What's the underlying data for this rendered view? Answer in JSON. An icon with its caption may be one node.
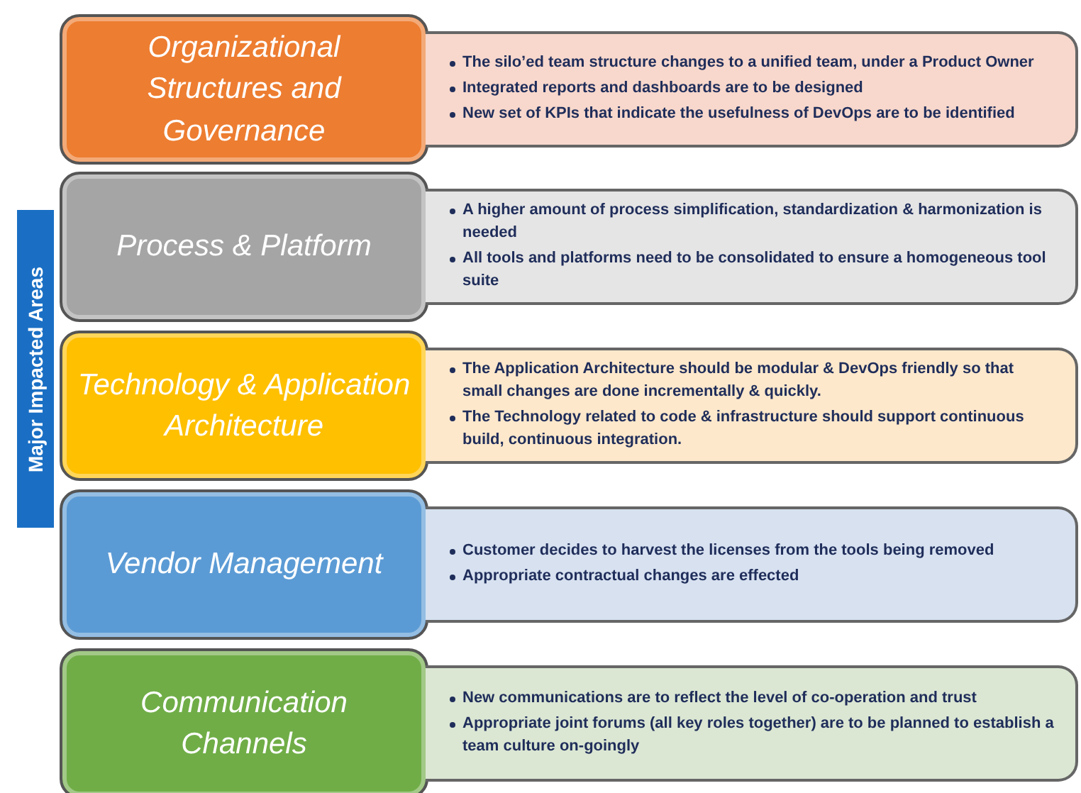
{
  "diagram": {
    "nodes": [
      {
        "text": [
          "Major Impacted Areas"
        ]
      },
      {
        "text": [
          "Organizational Structures and Governance"
        ]
      },
      {
        "text": [
          "The silo’ed team structure changes to a unified team, under a Product Owner",
          "Integrated reports and dashboards are to be designed",
          "New set of KPIs that indicate the usefulness of DevOps are to be identified"
        ]
      },
      {
        "text": [
          "Process & Platform"
        ]
      },
      {
        "text": [
          "A higher amount of process simplification, standardization & harmonization is needed",
          "All tools and platforms need to be consolidated to ensure a homogeneous tool suite"
        ]
      },
      {
        "text": [
          "Technology & Application Architecture"
        ]
      },
      {
        "text": [
          "The Application Architecture should be modular & DevOps friendly so that small changes are done incrementally & quickly.",
          "The Technology related to code & infrastructure should support continuous build, continuous integration."
        ]
      },
      {
        "text": [
          "Vendor Management"
        ]
      },
      {
        "text": [
          "Customer decides to harvest the licenses from the tools being removed",
          "Appropriate contractual changes are effected"
        ]
      },
      {
        "text": [
          "Communication Channels"
        ]
      },
      {
        "text": [
          "New communications are to reflect the level of co-operation and trust",
          "Appropriate joint forums (all key roles together) are to be planned to establish a team culture on-goingly"
        ]
      }
    ],
    "edges": []
  }
}
